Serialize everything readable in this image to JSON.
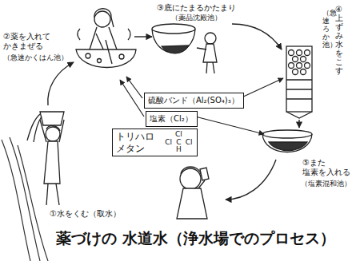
{
  "diagram": {
    "title": "薬づけの 水道水（浄水場でのプロセス）",
    "nodes": [
      {
        "text": [
          "硫酸バンド（Al₂(SO₄)₃）"
        ]
      },
      {
        "text": [
          "塩素（Cl₂）"
        ]
      },
      {
        "text": [
          "トリハロ メタン",
          "Cl",
          "Cl",
          "C",
          "Cl",
          "H"
        ]
      }
    ],
    "labels": [
      "②薬を入れて かきまぜる",
      "（急速かくはん池）",
      "③底にたまるかたまり",
      "（薬品沈殿池）",
      "④上ずみ水をこす",
      "（急速ろか池）",
      "⑤また 塩素を入れる",
      "（塩素混和池）",
      "①水をくむ（取水）"
    ]
  }
}
